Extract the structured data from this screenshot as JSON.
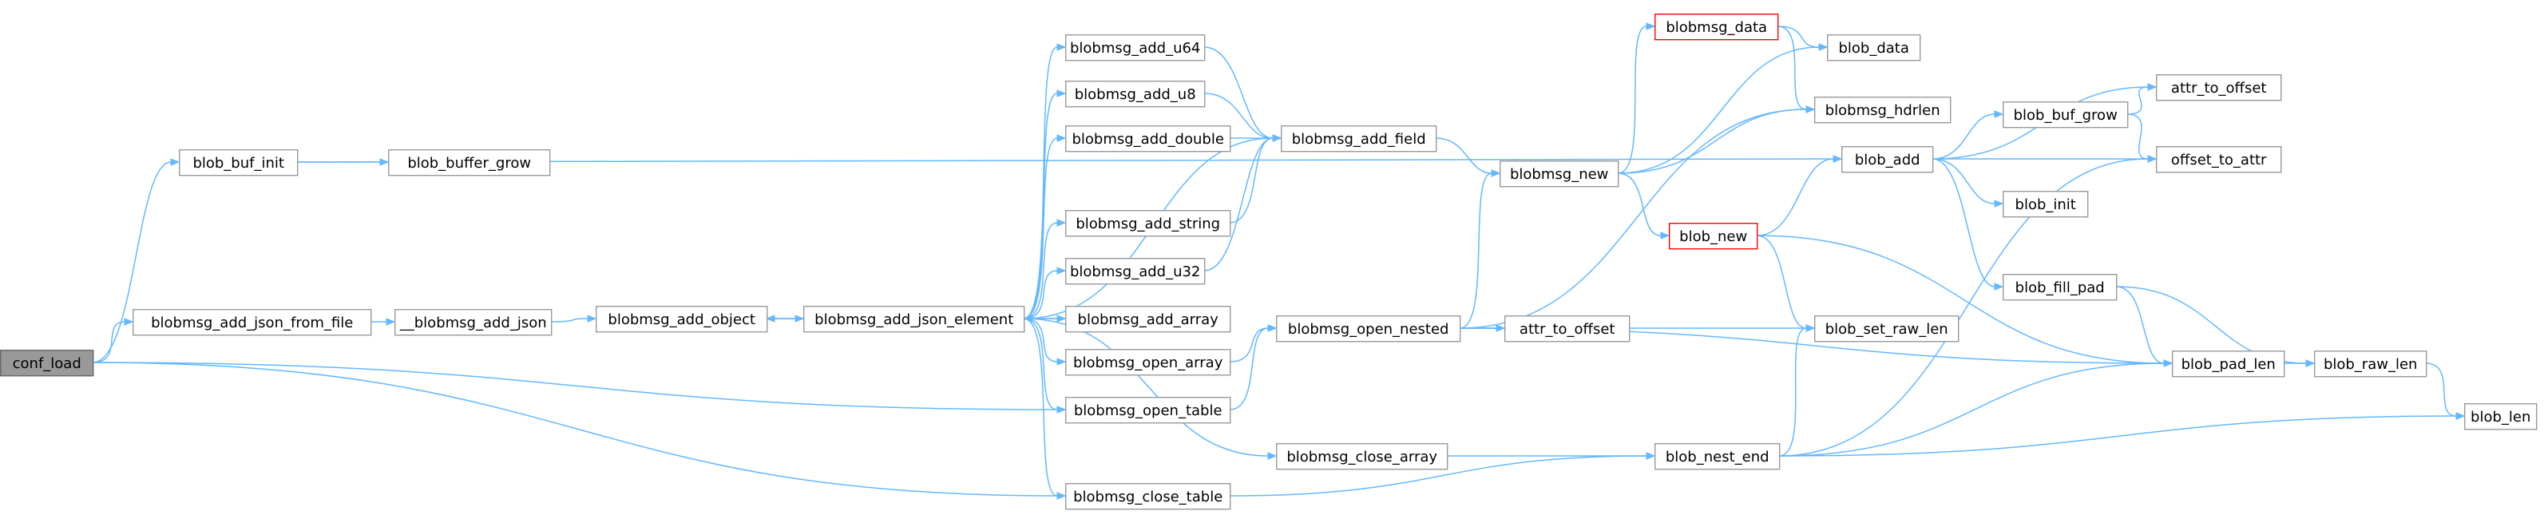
{
  "colors": {
    "edge": "#63b8ff",
    "node_border": "#999999",
    "node_fill": "#ffffff",
    "root_fill": "#999999",
    "highlight_border": "#ff0000"
  },
  "nodes": [
    {
      "id": "conf_load",
      "label": "conf_load",
      "kind": "root"
    },
    {
      "id": "blob_buf_init",
      "label": "blob_buf_init"
    },
    {
      "id": "blob_buffer_grow",
      "label": "blob_buffer_grow"
    },
    {
      "id": "blobmsg_add_json_from_file",
      "label": "blobmsg_add_json_from_file"
    },
    {
      "id": "__blobmsg_add_json",
      "label": "__blobmsg_add_json"
    },
    {
      "id": "blobmsg_add_object",
      "label": "blobmsg_add_object"
    },
    {
      "id": "blobmsg_add_json_element",
      "label": "blobmsg_add_json_element"
    },
    {
      "id": "blobmsg_add_u64",
      "label": "blobmsg_add_u64"
    },
    {
      "id": "blobmsg_add_u8",
      "label": "blobmsg_add_u8"
    },
    {
      "id": "blobmsg_add_double",
      "label": "blobmsg_add_double"
    },
    {
      "id": "blobmsg_add_string",
      "label": "blobmsg_add_string"
    },
    {
      "id": "blobmsg_add_u32",
      "label": "blobmsg_add_u32"
    },
    {
      "id": "blobmsg_add_array",
      "label": "blobmsg_add_array"
    },
    {
      "id": "blobmsg_open_array",
      "label": "blobmsg_open_array"
    },
    {
      "id": "blobmsg_open_table",
      "label": "blobmsg_open_table"
    },
    {
      "id": "blobmsg_close_array",
      "label": "blobmsg_close_array"
    },
    {
      "id": "blobmsg_close_table",
      "label": "blobmsg_close_table"
    },
    {
      "id": "blobmsg_add_field",
      "label": "blobmsg_add_field"
    },
    {
      "id": "blobmsg_open_nested",
      "label": "blobmsg_open_nested"
    },
    {
      "id": "blobmsg_new",
      "label": "blobmsg_new"
    },
    {
      "id": "attr_to_offset_1",
      "label": "attr_to_offset"
    },
    {
      "id": "blob_nest_end",
      "label": "blob_nest_end"
    },
    {
      "id": "blobmsg_data",
      "label": "blobmsg_data",
      "kind": "red"
    },
    {
      "id": "blob_new",
      "label": "blob_new",
      "kind": "red"
    },
    {
      "id": "blob_data",
      "label": "blob_data"
    },
    {
      "id": "blobmsg_hdrlen",
      "label": "blobmsg_hdrlen"
    },
    {
      "id": "blob_set_raw_len",
      "label": "blob_set_raw_len"
    },
    {
      "id": "blob_add",
      "label": "blob_add"
    },
    {
      "id": "blob_buf_grow",
      "label": "blob_buf_grow"
    },
    {
      "id": "blob_init",
      "label": "blob_init"
    },
    {
      "id": "blob_fill_pad",
      "label": "blob_fill_pad"
    },
    {
      "id": "blob_pad_len",
      "label": "blob_pad_len"
    },
    {
      "id": "attr_to_offset_2",
      "label": "attr_to_offset"
    },
    {
      "id": "offset_to_attr",
      "label": "offset_to_attr"
    },
    {
      "id": "blob_raw_len",
      "label": "blob_raw_len"
    },
    {
      "id": "blob_len",
      "label": "blob_len"
    }
  ],
  "edges": [
    [
      "conf_load",
      "blob_buf_init"
    ],
    [
      "conf_load",
      "blobmsg_add_json_from_file"
    ],
    [
      "conf_load",
      "blobmsg_open_table"
    ],
    [
      "conf_load",
      "blobmsg_close_table"
    ],
    [
      "blob_buf_init",
      "blob_buffer_grow"
    ],
    [
      "blob_buf_init",
      "blob_add"
    ],
    [
      "blobmsg_add_json_from_file",
      "__blobmsg_add_json"
    ],
    [
      "__blobmsg_add_json",
      "blobmsg_add_object"
    ],
    [
      "blobmsg_add_object",
      "blobmsg_add_json_element"
    ],
    [
      "blobmsg_add_json_element",
      "blobmsg_add_object"
    ],
    [
      "blobmsg_add_json_element",
      "blobmsg_add_u64"
    ],
    [
      "blobmsg_add_json_element",
      "blobmsg_add_u8"
    ],
    [
      "blobmsg_add_json_element",
      "blobmsg_add_double"
    ],
    [
      "blobmsg_add_json_element",
      "blobmsg_add_field"
    ],
    [
      "blobmsg_add_json_element",
      "blobmsg_add_string"
    ],
    [
      "blobmsg_add_json_element",
      "blobmsg_add_u32"
    ],
    [
      "blobmsg_add_json_element",
      "blobmsg_add_array"
    ],
    [
      "blobmsg_add_array",
      "blobmsg_add_json_element"
    ],
    [
      "blobmsg_add_json_element",
      "blobmsg_open_array"
    ],
    [
      "blobmsg_add_json_element",
      "blobmsg_open_table"
    ],
    [
      "blobmsg_add_json_element",
      "blobmsg_close_array"
    ],
    [
      "blobmsg_add_json_element",
      "blobmsg_close_table"
    ],
    [
      "blobmsg_add_u64",
      "blobmsg_add_field"
    ],
    [
      "blobmsg_add_u8",
      "blobmsg_add_field"
    ],
    [
      "blobmsg_add_double",
      "blobmsg_add_field"
    ],
    [
      "blobmsg_add_string",
      "blobmsg_add_field"
    ],
    [
      "blobmsg_add_u32",
      "blobmsg_add_field"
    ],
    [
      "blobmsg_open_array",
      "blobmsg_open_nested"
    ],
    [
      "blobmsg_open_table",
      "blobmsg_open_nested"
    ],
    [
      "blobmsg_close_array",
      "blob_nest_end"
    ],
    [
      "blobmsg_close_table",
      "blob_nest_end"
    ],
    [
      "blobmsg_add_field",
      "blobmsg_new"
    ],
    [
      "blobmsg_open_nested",
      "blobmsg_new"
    ],
    [
      "blobmsg_open_nested",
      "attr_to_offset_1"
    ],
    [
      "blobmsg_open_nested",
      "blobmsg_hdrlen"
    ],
    [
      "blobmsg_open_nested",
      "blob_set_raw_len"
    ],
    [
      "blobmsg_open_nested",
      "blob_pad_len"
    ],
    [
      "blobmsg_new",
      "blob_data"
    ],
    [
      "blobmsg_new",
      "blobmsg_data"
    ],
    [
      "blobmsg_new",
      "blobmsg_hdrlen"
    ],
    [
      "blobmsg_new",
      "blob_new"
    ],
    [
      "blobmsg_data",
      "blob_data"
    ],
    [
      "blobmsg_data",
      "blobmsg_hdrlen"
    ],
    [
      "blob_new",
      "blob_add"
    ],
    [
      "blob_new",
      "blob_set_raw_len"
    ],
    [
      "blob_new",
      "blob_pad_len"
    ],
    [
      "blob_nest_end",
      "blob_set_raw_len"
    ],
    [
      "blob_nest_end",
      "offset_to_attr"
    ],
    [
      "blob_nest_end",
      "blob_pad_len"
    ],
    [
      "blob_nest_end",
      "blob_len"
    ],
    [
      "blob_add",
      "attr_to_offset_2"
    ],
    [
      "blob_add",
      "blob_buf_grow"
    ],
    [
      "blob_add",
      "offset_to_attr"
    ],
    [
      "blob_add",
      "blob_init"
    ],
    [
      "blob_add",
      "blob_fill_pad"
    ],
    [
      "blob_buf_grow",
      "attr_to_offset_2"
    ],
    [
      "blob_buf_grow",
      "offset_to_attr"
    ],
    [
      "blob_fill_pad",
      "blob_pad_len"
    ],
    [
      "blob_fill_pad",
      "blob_raw_len"
    ],
    [
      "blob_pad_len",
      "blob_raw_len"
    ],
    [
      "blob_raw_len",
      "blob_len"
    ]
  ]
}
